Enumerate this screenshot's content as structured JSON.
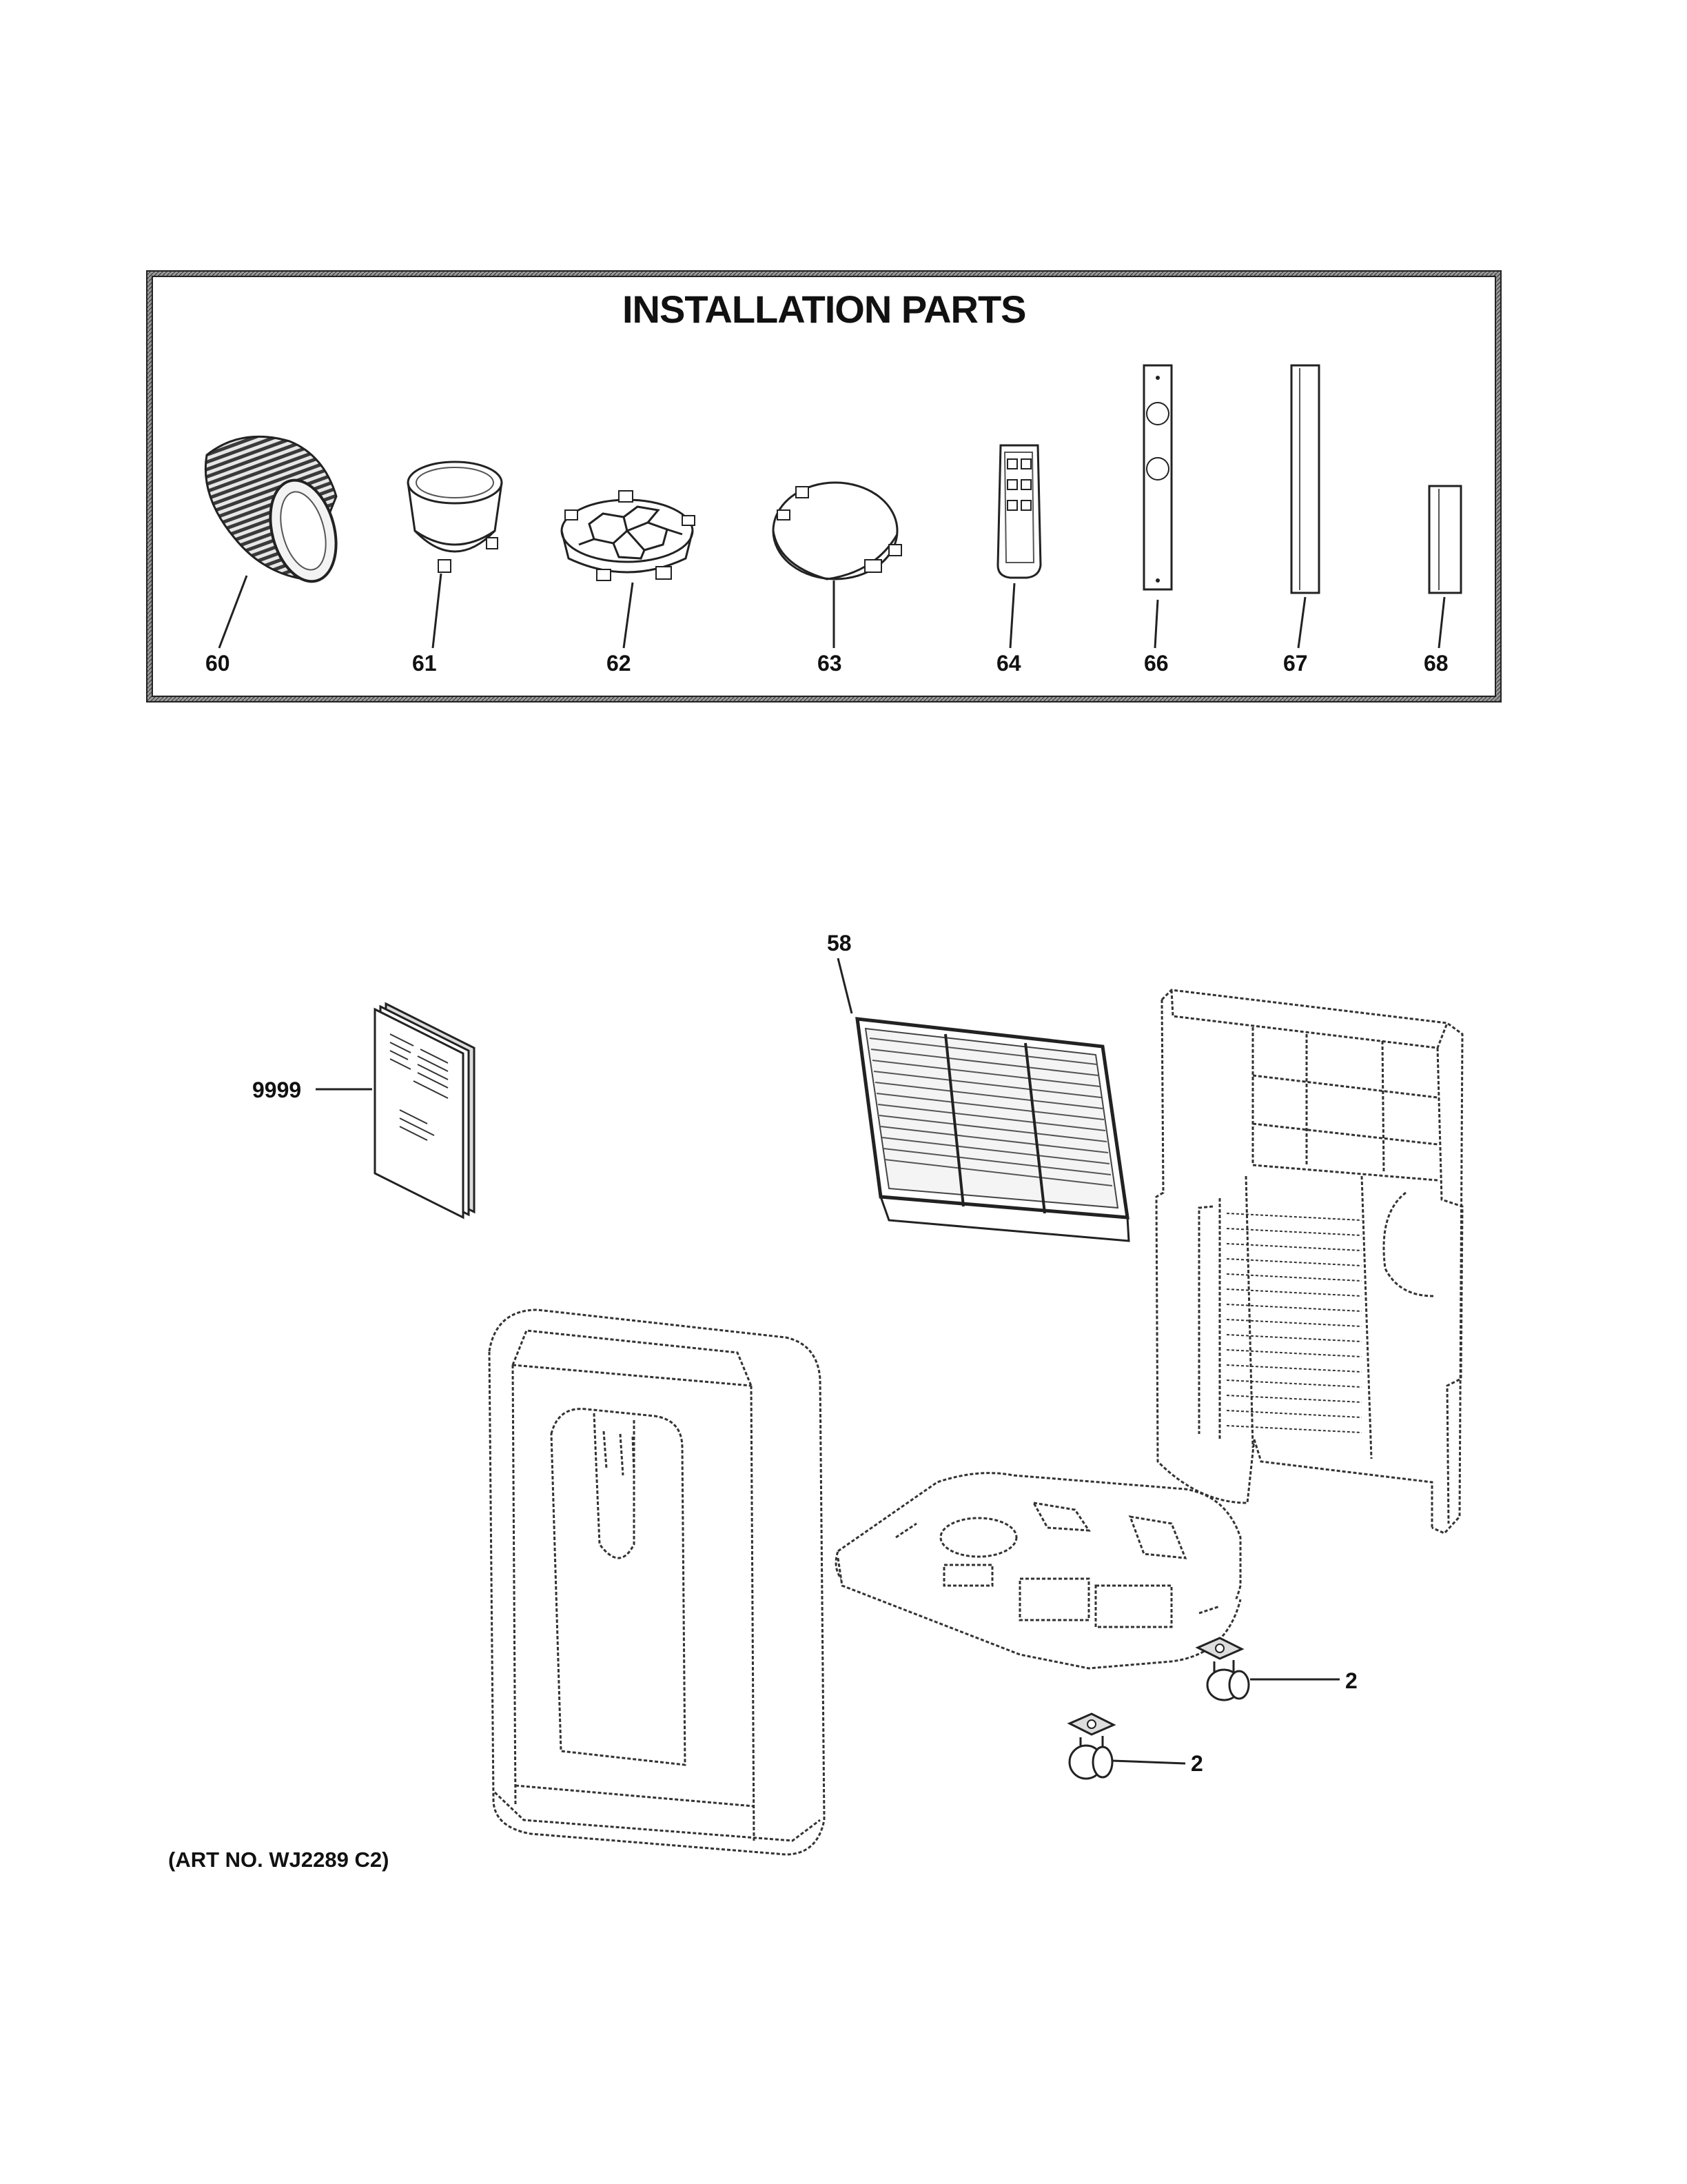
{
  "installation_box": {
    "title": "INSTALLATION PARTS",
    "labels": {
      "p60": "60",
      "p61": "61",
      "p62": "62",
      "p63": "63",
      "p64": "64",
      "p66": "66",
      "p67": "67",
      "p68": "68"
    }
  },
  "main_diagram": {
    "labels": {
      "p58": "58",
      "p9999": "9999",
      "p2a": "2",
      "p2b": "2"
    }
  },
  "art_number": "(ART NO. WJ2289 C2)",
  "colors": {
    "line": "#222222",
    "border": "#333333",
    "fill_light": "#f2f2f2",
    "fill_mid": "#d9d9d9"
  }
}
